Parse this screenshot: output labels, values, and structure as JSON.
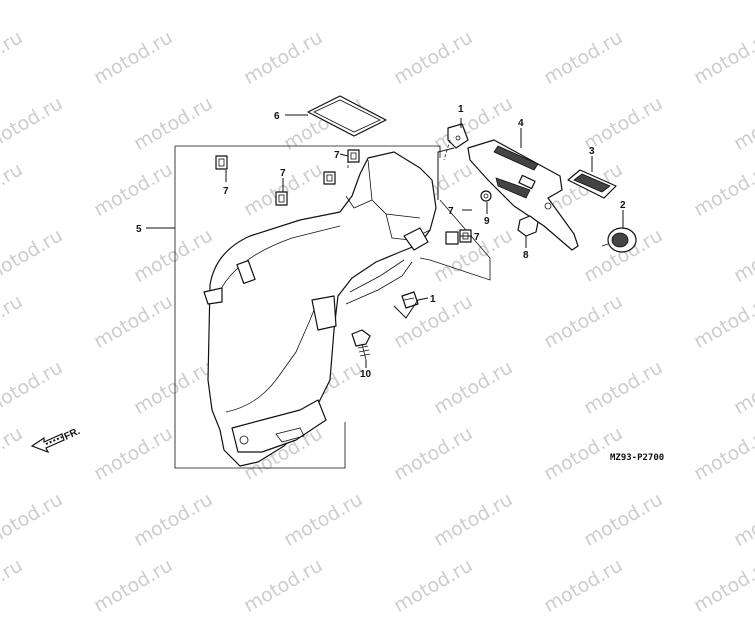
{
  "watermark": "motod.ru",
  "diagram_code": "MZ93-P2700",
  "direction_label": "FR.",
  "callouts": {
    "c1_top": "1",
    "c1_bottom": "1",
    "c2": "2",
    "c3": "3",
    "c4": "4",
    "c5": "5",
    "c6": "6",
    "c7_a": "7",
    "c7_b": "7",
    "c7_c": "7",
    "c7_d": "7",
    "c7_e": "7",
    "c8": "8",
    "c9": "9",
    "c10": "10"
  }
}
